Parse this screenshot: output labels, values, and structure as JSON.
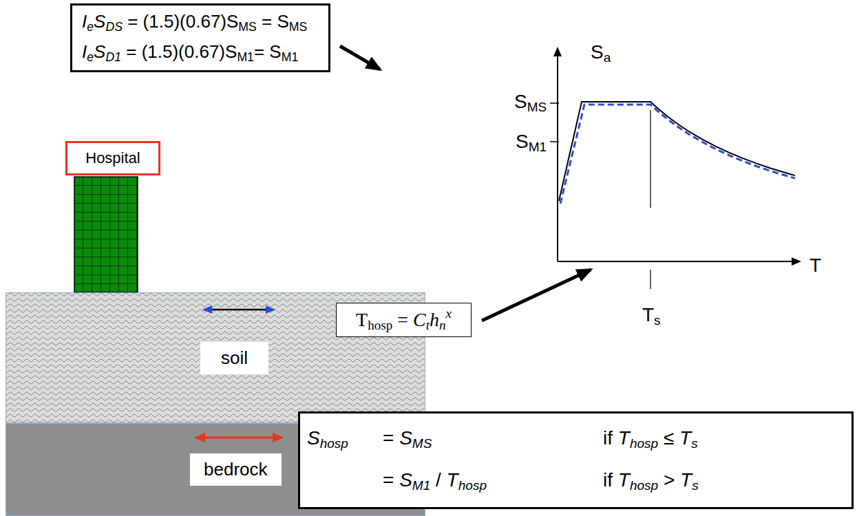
{
  "diagram": {
    "nodes": [
      {
        "text": [
          "IeSDS = (1.5)(0.67)SMS = SMS",
          "IeSD1 = (1.5)(0.67)SM1= SM1"
        ]
      },
      {
        "text": [
          "Hospital"
        ]
      },
      {
        "text": [
          "soil"
        ]
      },
      {
        "text": [
          "bedrock"
        ]
      },
      {
        "text": [
          "Thosp = Cthnx"
        ]
      },
      {
        "text": [
          "Shosp",
          "= SMS",
          "if Thosp ≤ Ts",
          "= SM1 / Thosp",
          "if Thosp > Ts"
        ]
      }
    ],
    "labels": [
      "Sa",
      "SMS",
      "SM1",
      "T",
      "Ts"
    ]
  }
}
